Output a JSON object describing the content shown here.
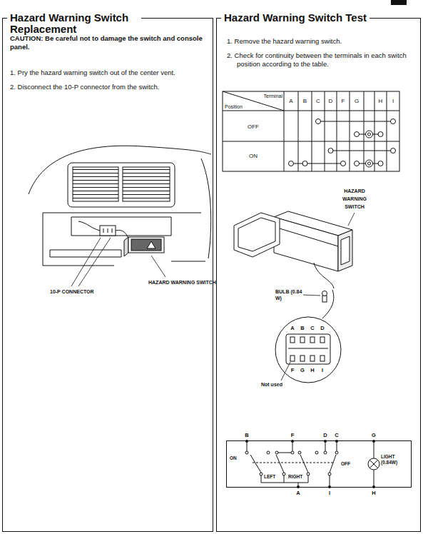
{
  "diagram": {
    "nodes": [
      {
        "text": [
          "Hazard Warning Switch Replacement"
        ]
      },
      {
        "text": [
          "Hazard Warning Switch Test"
        ]
      },
      {
        "text": [
          "ON",
          "LEFT",
          "RIGHT",
          "OFF",
          "LIGHT (0.84W)"
        ],
        "in": 1
      }
    ],
    "labels": [
      "CAUTION: Be careful not to damage the switch and console panel.",
      "1. Pry the hazard warning switch out of the center vent.",
      "2. Disconnect the 10-P connector from the switch.",
      "10-P CONNECTOR",
      "HAZARD WARNING SWITCH",
      "1. Remove the hazard warning switch.",
      "2. Check for continuity between the terminals in each switch position according to the table.",
      "Terminal",
      "Position",
      "A",
      "B",
      "C",
      "D",
      "F",
      "G",
      "H",
      "I",
      "OFF",
      "ON",
      "HAZARD WARNING SWITCH",
      "BULB (0.84 W)",
      "A",
      "B",
      "C",
      "D",
      "F",
      "G",
      "H",
      "I",
      "Not used",
      "B",
      "F",
      "D",
      "C",
      "G",
      "A",
      "I",
      "H"
    ]
  }
}
